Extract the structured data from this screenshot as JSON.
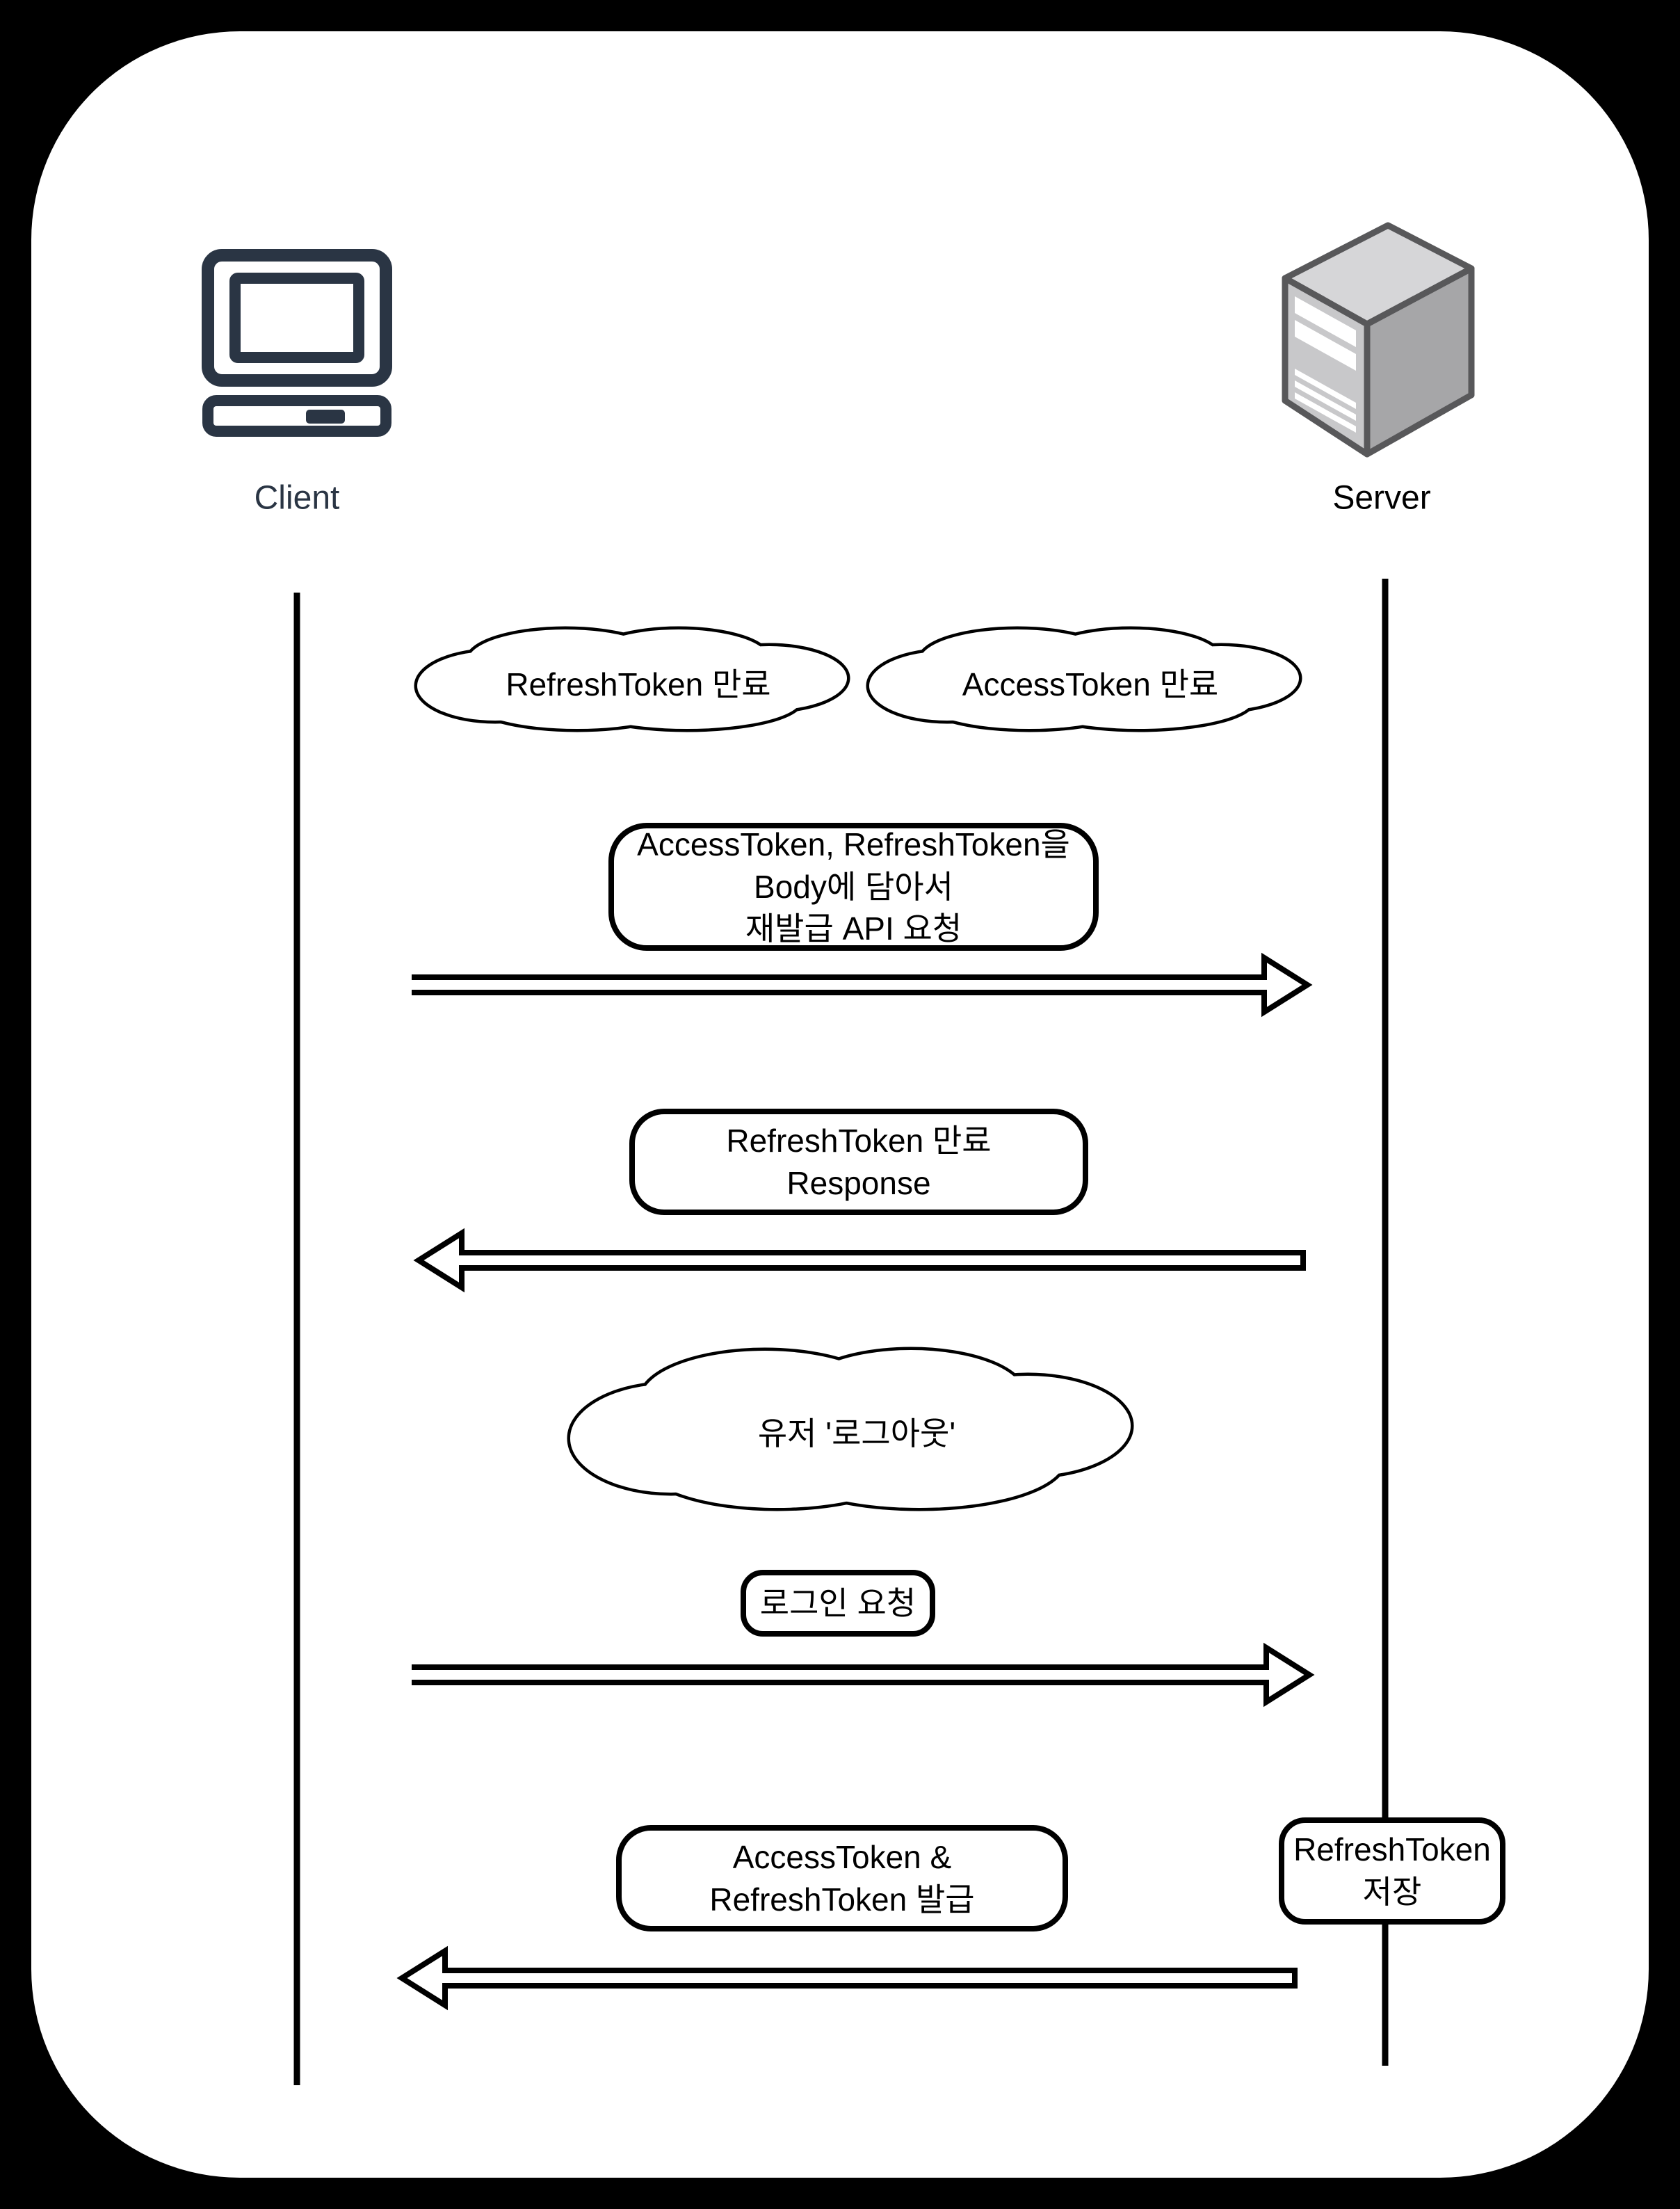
{
  "actors": {
    "client": {
      "label": "Client"
    },
    "server": {
      "label": "Server"
    }
  },
  "clouds": [
    {
      "text": "RefreshToken 만료"
    },
    {
      "text": "AccessToken 만료"
    },
    {
      "text": "유저 '로그아웃'"
    }
  ],
  "messages": [
    {
      "lines": [
        "AccessToken, RefreshToken을",
        "Body에 담아서",
        "재발급 API 요청"
      ],
      "direction": "client-to-server"
    },
    {
      "lines": [
        "RefreshToken 만료",
        "Response"
      ],
      "direction": "server-to-client"
    },
    {
      "lines": [
        "로그인 요청"
      ],
      "direction": "client-to-server"
    },
    {
      "lines": [
        "AccessToken &",
        "RefreshToken 발급"
      ],
      "direction": "server-to-client"
    },
    {
      "lines": [
        "RefreshToken",
        "저장"
      ],
      "direction": "server-note"
    }
  ],
  "colors": {
    "background": "#000000",
    "card": "#ffffff",
    "stroke": "#000000",
    "client_icon": "#2a3544",
    "server_top": "#d6d6d8",
    "server_front": "#c8c8ca",
    "server_side": "#a6a6a8",
    "server_outline": "#58585a"
  }
}
